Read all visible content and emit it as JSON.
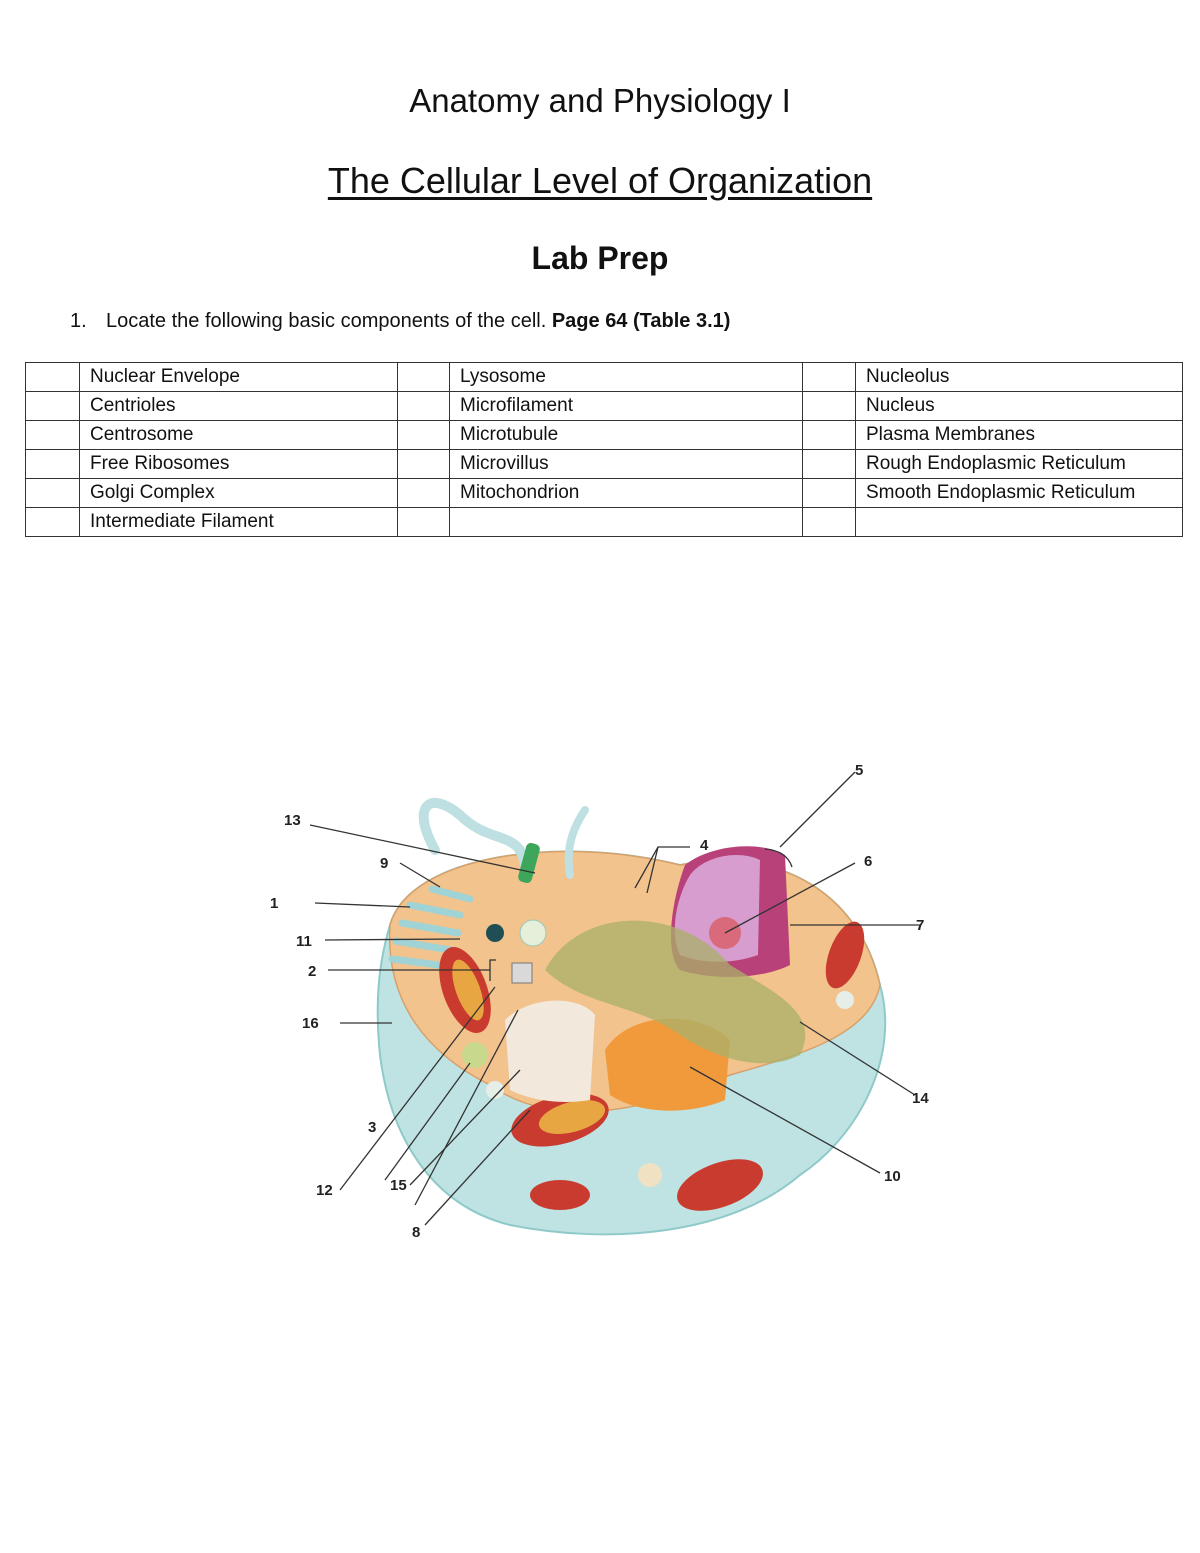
{
  "header": {
    "course_title": "Anatomy and Physiology I",
    "chapter_title": "The Cellular Level of Organization",
    "section_title": "Lab Prep"
  },
  "question1": {
    "number": "1.",
    "text": "Locate the following basic components of the cell. ",
    "reference": "Page 64 (Table 3.1)"
  },
  "components_table": {
    "rows": [
      [
        "",
        "Nuclear Envelope",
        "",
        "Lysosome",
        "",
        "Nucleolus"
      ],
      [
        "",
        "Centrioles",
        "",
        "Microfilament",
        "",
        "Nucleus"
      ],
      [
        "",
        "Centrosome",
        "",
        "Microtubule",
        "",
        "Plasma Membranes"
      ],
      [
        "",
        "Free Ribosomes",
        "",
        "Microvillus",
        "",
        "Rough Endoplasmic Reticulum"
      ],
      [
        "",
        "Golgi Complex",
        "",
        "Mitochondrion",
        "",
        "Smooth Endoplasmic Reticulum"
      ],
      [
        "",
        "Intermediate Filament",
        "",
        "",
        "",
        ""
      ]
    ]
  },
  "diagram": {
    "labels": [
      "1",
      "2",
      "3",
      "4",
      "5",
      "6",
      "7",
      "8",
      "9",
      "10",
      "11",
      "12",
      "13",
      "14",
      "15",
      "16"
    ]
  }
}
